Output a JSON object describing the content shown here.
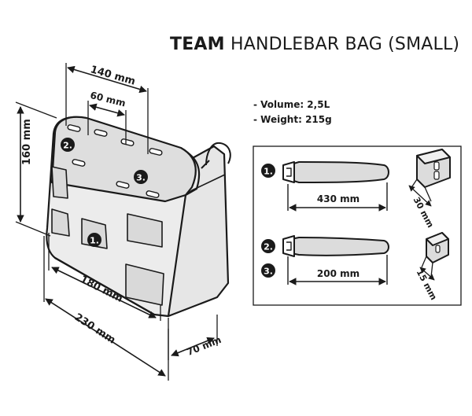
{
  "title": {
    "brand": "TEAM",
    "product": "HANDLEBAR BAG (SMALL)"
  },
  "specs": [
    "- Volume: 2,5L",
    "- Weight: 215g"
  ],
  "dimensions": {
    "top_outer": "140 mm",
    "top_inner": "60 mm",
    "height": "160 mm",
    "front_width": "180 mm",
    "bottom_width": "230 mm",
    "depth": "70 mm"
  },
  "markers": [
    "1.",
    "2.",
    "3."
  ],
  "straps": {
    "long_length": "430 mm",
    "short_length": "200 mm",
    "long_thickness": "30 mm",
    "short_thickness": "15 mm"
  },
  "colors": {
    "ink": "#1a1a1a",
    "bag_fill": "#ececec",
    "panel_fill": "#d9d9d9"
  }
}
